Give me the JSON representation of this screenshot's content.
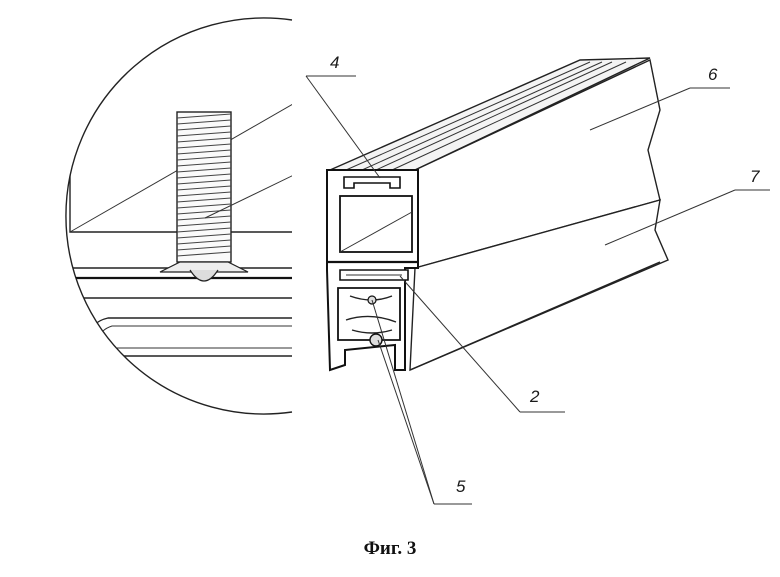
{
  "callouts": {
    "c4": "4",
    "c6": "6",
    "c7": "7",
    "c2": "2",
    "c5": "5"
  },
  "caption": "Фиг. 3"
}
